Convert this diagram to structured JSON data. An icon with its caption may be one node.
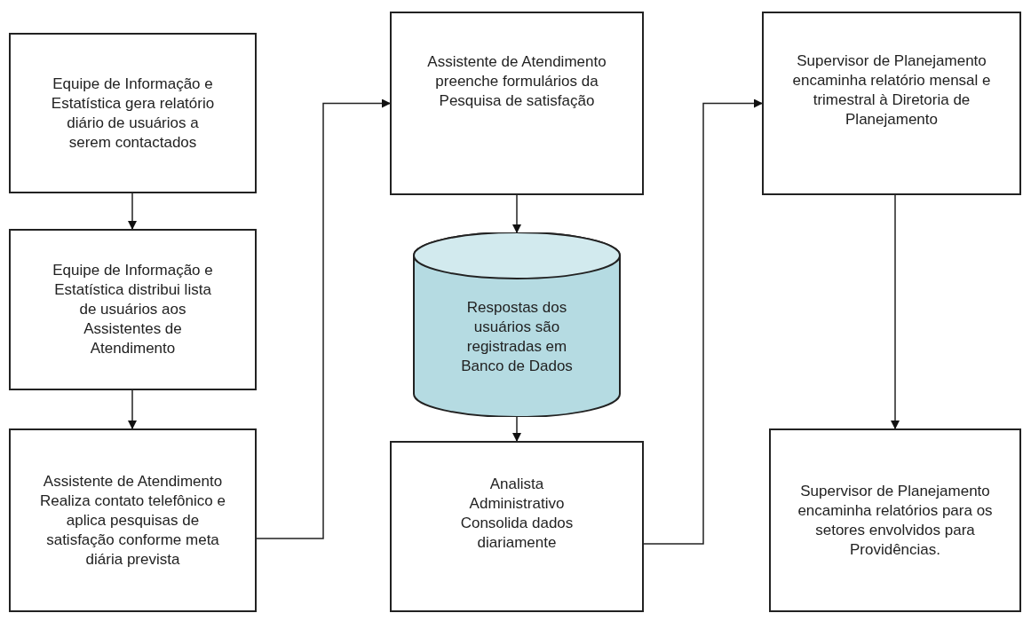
{
  "diagram": {
    "nodes": [
      {
        "text": [
          "Equipe de Informação e Estatística gera relatório diário de usuários a serem contactados"
        ]
      },
      {
        "text": [
          "Equipe de Informação e Estatística distribui lista de usuários aos Assistentes de Atendimento"
        ]
      },
      {
        "text": [
          "Assistente de Atendimento Realiza contato telefônico e aplica pesquisas de satisfação conforme meta diária prevista"
        ]
      },
      {
        "text": [
          "Assistente de Atendimento preenche formulários da Pesquisa de satisfação"
        ]
      },
      {
        "text": [
          "Respostas dos usuários são registradas em Banco de Dados"
        ]
      },
      {
        "text": [
          "Analista Administrativo Consolida dados diariamente"
        ]
      },
      {
        "text": [
          "Supervisor de Planejamento encaminha relatório mensal e trimestral à Diretoria de Planejamento"
        ]
      },
      {
        "text": [
          "Supervisor de Planejamento encaminha relatórios para os setores envolvidos para Providências."
        ]
      }
    ],
    "edges": [
      {
        "from": 0,
        "to": 1,
        "arrow": "to"
      },
      {
        "from": 1,
        "to": 2,
        "arrow": "to"
      },
      {
        "from": 2,
        "to": 3,
        "arrow": "to"
      },
      {
        "from": 3,
        "to": 4,
        "arrow": "to"
      },
      {
        "from": 4,
        "to": 5,
        "arrow": "to"
      },
      {
        "from": 5,
        "to": 6,
        "arrow": "to"
      },
      {
        "from": 6,
        "to": 7,
        "arrow": "to"
      }
    ]
  }
}
